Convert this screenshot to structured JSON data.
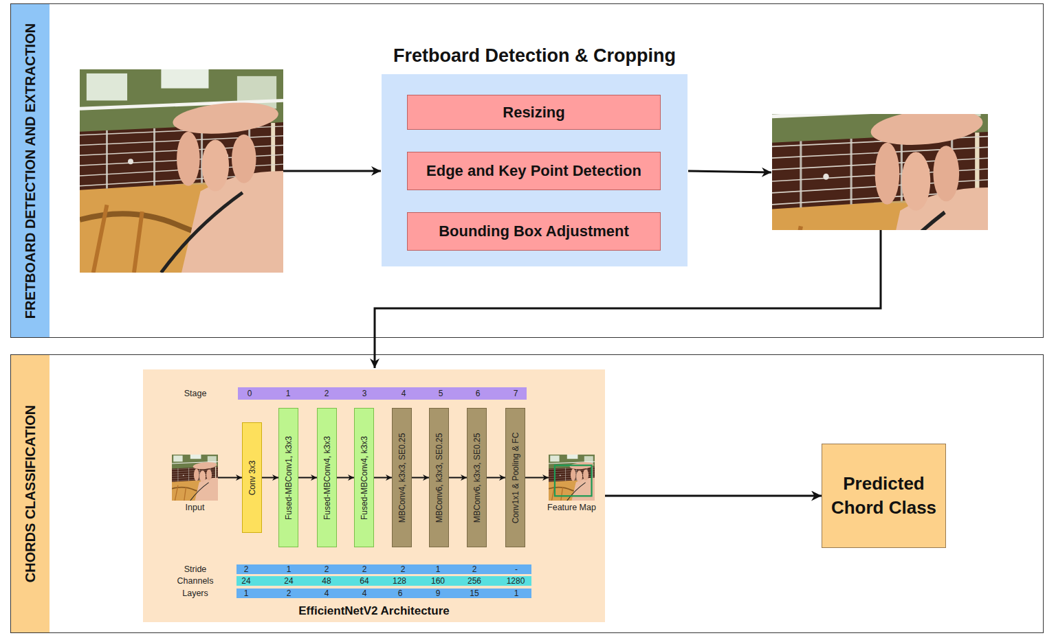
{
  "diagram": {
    "nodes": [
      {
        "text": [
          "FRETBOARD DETECTION AND EXTRACTION"
        ]
      },
      {
        "text": [
          "Fretboard Detection & Cropping"
        ],
        "in": 0
      },
      {
        "text": [
          "Resizing"
        ],
        "in": 1
      },
      {
        "text": [
          "Edge and Key Point Detection"
        ],
        "in": 1
      },
      {
        "text": [
          "Bounding Box Adjustment"
        ],
        "in": 1
      },
      {
        "text": [
          "CHORDS CLASSIFICATION"
        ]
      },
      {
        "text": [
          "EfficientNetV2 Architecture"
        ],
        "in": 5
      },
      {
        "text": [
          "Input"
        ],
        "in": 6
      },
      {
        "text": [
          "Conv 3x3"
        ],
        "in": 6
      },
      {
        "text": [
          "Fused-MBConv1, k3x3"
        ],
        "in": 6
      },
      {
        "text": [
          "Fused-MBConv4, k3x3"
        ],
        "in": 6
      },
      {
        "text": [
          "Fused-MBConv4, k3x3"
        ],
        "in": 6
      },
      {
        "text": [
          "MBConv4, k3x3, SE0.25"
        ],
        "in": 6
      },
      {
        "text": [
          "MBConv6, k3x3, SE0.25"
        ],
        "in": 6
      },
      {
        "text": [
          "MBConv6, k3x3, SE0.25"
        ],
        "in": 6
      },
      {
        "text": [
          "Conv1x1 & Pooling & FC"
        ],
        "in": 6
      },
      {
        "text": [
          "Feature Map"
        ],
        "in": 6
      },
      {
        "text": [
          "Predicted Chord Class"
        ],
        "in": 5
      }
    ],
    "edges": [
      {
        "from": 7,
        "to": 8,
        "arrow": "to"
      },
      {
        "from": 8,
        "to": 9,
        "arrow": "to"
      },
      {
        "from": 9,
        "to": 10,
        "arrow": "to"
      },
      {
        "from": 10,
        "to": 11,
        "arrow": "to"
      },
      {
        "from": 11,
        "to": 12,
        "arrow": "to"
      },
      {
        "from": 12,
        "to": 13,
        "arrow": "to"
      },
      {
        "from": 13,
        "to": 14,
        "arrow": "to"
      },
      {
        "from": 14,
        "to": 15,
        "arrow": "to"
      },
      {
        "from": 15,
        "to": 16,
        "arrow": "to"
      },
      {
        "from": 6,
        "to": 17,
        "arrow": "to"
      }
    ],
    "labels": [
      "Stage",
      "0",
      "1",
      "2",
      "3",
      "4",
      "5",
      "6",
      "7",
      "Stride",
      "2",
      "1",
      "2",
      "2",
      "2",
      "1",
      "2",
      "-",
      "Channels",
      "24",
      "24",
      "48",
      "64",
      "128",
      "160",
      "256",
      "1280",
      "Layers",
      "1",
      "2",
      "4",
      "4",
      "6",
      "9",
      "15",
      "1"
    ]
  }
}
